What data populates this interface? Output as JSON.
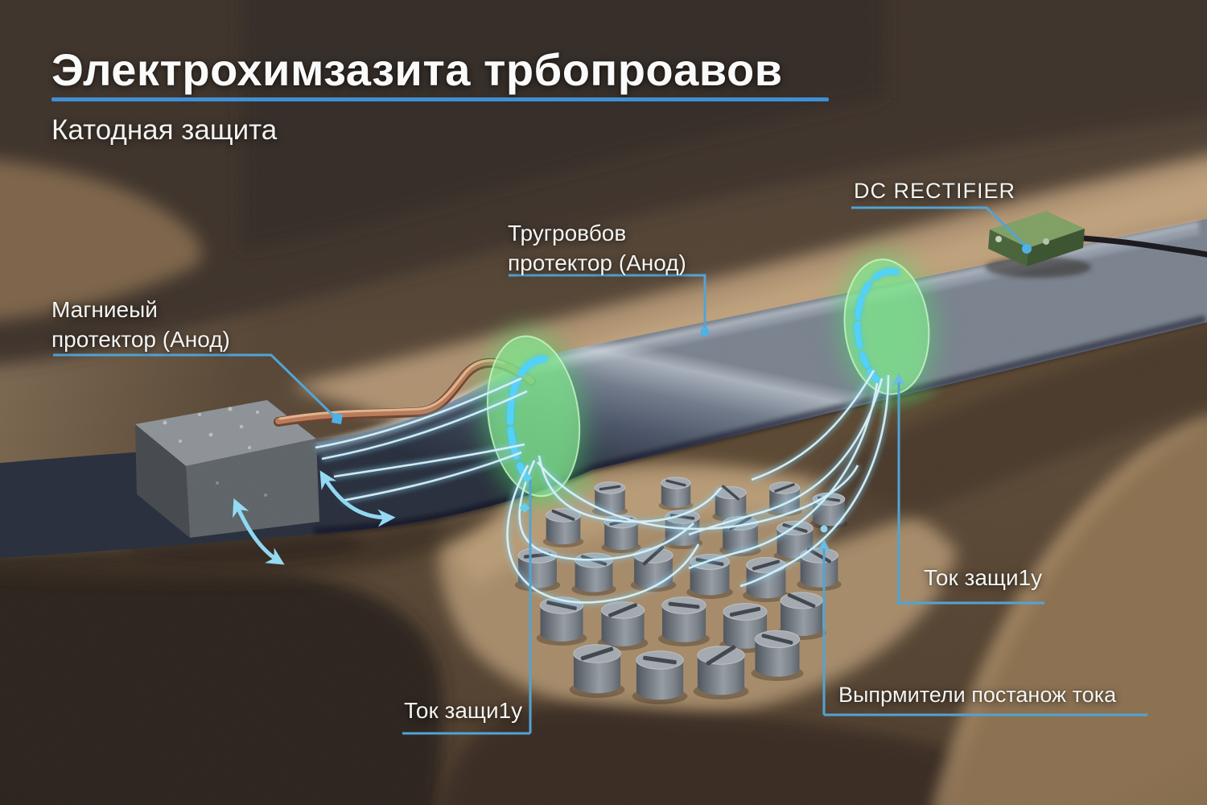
{
  "title": "Электрохимзазита трбопроавов",
  "subtitle": "Катодная защита",
  "labels": {
    "magnesium_protector": {
      "line1": "Магниеый",
      "line2": "протектор (Анод)"
    },
    "groove_protector": {
      "line1": "Тругровбов",
      "line2": "протектор (Анод)"
    },
    "dc_rectifier": "DC RECTIFIER",
    "protection_current_right": "Ток защи1у",
    "protection_current_left": "Ток защи1у",
    "rectifiers_of_current": "Выпрмители постанож тока"
  },
  "colors": {
    "title_underline_blue": "#3f8fd2",
    "leader_blue": "#4fa3d6",
    "current_glow_cyan": "#8fd9f4",
    "anode_ring_green": "#7fe48c",
    "rectifier_box_green": "#5d7c49",
    "pipe_steel": "#4a5468",
    "copper_wire": "#b97a58",
    "soil_brown": "#54432f"
  }
}
